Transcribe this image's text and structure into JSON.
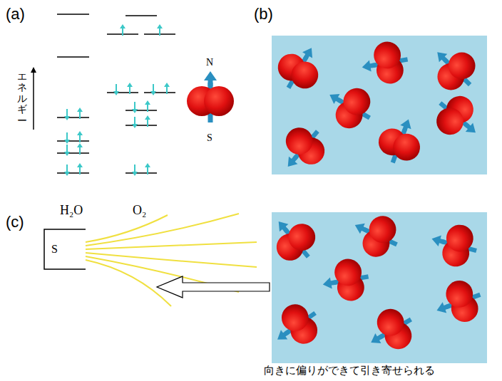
{
  "diagram": {
    "nodes": [
      {
        "text": [
          "S"
        ]
      }
    ],
    "labels": [
      "(a)",
      "(b)",
      "(c)",
      "エネルギー",
      "H₂O",
      "O₂",
      "N",
      "S",
      "向きに偏りができて引き寄せられる"
    ]
  }
}
